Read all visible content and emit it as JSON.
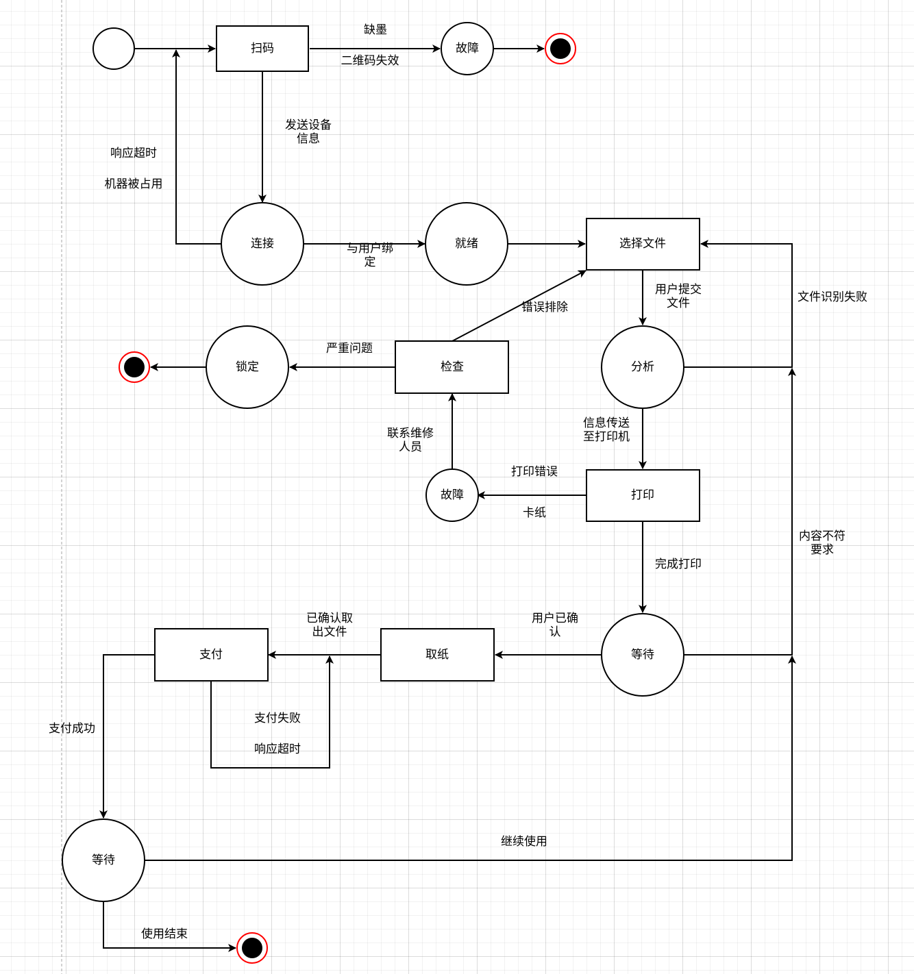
{
  "nodes": {
    "start": "",
    "scan": "扫码",
    "fault_top": "故障",
    "connect": "连接",
    "ready": "就绪",
    "select_file": "选择文件",
    "analyze": "分析",
    "check": "检查",
    "lock": "锁定",
    "fault_mid": "故障",
    "print": "打印",
    "wait_mid": "等待",
    "take_paper": "取纸",
    "pay": "支付",
    "wait_bottom": "等待"
  },
  "edges": {
    "out_of_ink": "缺墨",
    "qr_invalid": "二维码失效",
    "send_device_info": "发送设备\n信息",
    "response_timeout": "响应超时",
    "machine_occupied": "机器被占用",
    "bind_user": "与用户绑\n定",
    "user_submit_file": "用户提交\n文件",
    "file_recognition_failed": "文件识别失败",
    "troubleshoot": "错误排除",
    "serious_problem": "严重问题",
    "contact_repair": "联系维修\n人员",
    "info_to_printer": "信息传送\n至打印机",
    "print_error": "打印错误",
    "paper_jam": "卡纸",
    "content_mismatch": "内容不符\n要求",
    "print_done": "完成打印",
    "user_confirmed": "用户已确\n认",
    "confirmed_take_file": "已确认取\n出文件",
    "pay_failed": "支付失败",
    "pay_timeout": "响应超时",
    "pay_success": "支付成功",
    "continue_use": "继续使用",
    "use_finished": "使用结束"
  }
}
